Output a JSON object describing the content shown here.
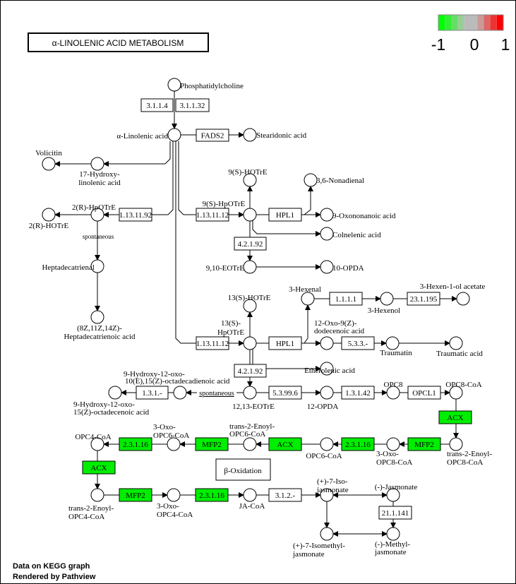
{
  "title": "α-LINOLENIC ACID METABOLISM",
  "legend": {
    "ticks": [
      "-1",
      "0",
      "1"
    ],
    "colors": [
      "#00ff00",
      "#33ee33",
      "#66dd66",
      "#99cc99",
      "#bbbbbb",
      "#bbbbbb",
      "#cc9999",
      "#dd6666",
      "#ee3333",
      "#ff0000"
    ]
  },
  "footer": [
    "Data on KEGG graph",
    "Rendered by Pathview"
  ],
  "annotations": {
    "spontaneous": "spontaneous",
    "beta_oxidation": "β-Oxidation"
  },
  "colors": {
    "highlight": "#00ee00",
    "default_enzyme": "#ffffff"
  },
  "compounds": {
    "pc": [
      "Phosphatidylcholine"
    ],
    "ala": [
      "α-Linolenic acid"
    ],
    "sda": [
      "Stearidonic acid"
    ],
    "volicitin": [
      "Volicitin"
    ],
    "hydroxylin": [
      "17-Hydroxy-",
      "linolenic acid"
    ],
    "hpotre2r": [
      "2(R)-HpOTrE"
    ],
    "hotre2r": [
      "2(R)-HOTrE"
    ],
    "hepta": [
      "Heptadecatrienal"
    ],
    "heptaacid": [
      "(8Z,11Z,14Z)-",
      "Heptadecatrienoic acid"
    ],
    "hotre9": [
      "9(S)-HOTrE"
    ],
    "hpotre9": [
      "9(S)-HpOTrE"
    ],
    "nonadienal": [
      "3,6-Nonadienal"
    ],
    "oxononanoic": [
      "9-Oxononanoic acid"
    ],
    "colnelenic": [
      "Colnelenic acid"
    ],
    "eotre910": [
      "9,10-EOTrE"
    ],
    "opda10": [
      "10-OPDA"
    ],
    "hexenal": [
      "3-Hexenal"
    ],
    "hexenol": [
      "3-Hexenol"
    ],
    "hexenylacetate": [
      "3-Hexen-1-ol acetate"
    ],
    "hotre13": [
      "13(S)-HOTrE"
    ],
    "hpotre13": [
      "13(S)-",
      "HpOTrE"
    ],
    "oxododec": [
      "12-Oxo-9(Z)-",
      "dodecenoic acid"
    ],
    "traumatin": [
      "Traumatin"
    ],
    "traumatic": [
      "Traumatic acid"
    ],
    "etherolenic": [
      "Etherolenic acid"
    ],
    "eotre1213": [
      "12,13-EOTrE"
    ],
    "opda12": [
      "12-OPDA"
    ],
    "opc8": [
      "OPC8"
    ],
    "opc8coa": [
      "OPC8-CoA"
    ],
    "hodien": [
      "9-Hydroxy-12-oxo-",
      "10(E),15(Z)-octadecadienoic acid"
    ],
    "hoen": [
      "9-Hydroxy-12-oxo-",
      "15(Z)-octadecenoic acid"
    ],
    "t2eopc8": [
      "trans-2-Enoyl-",
      "OPC8-CoA"
    ],
    "oxoopc8": [
      "3-Oxo-",
      "OPC8-CoA"
    ],
    "opc6coa": [
      "OPC6-CoA"
    ],
    "t2eopc6": [
      "trans-2-Enoyl-",
      "OPC6-CoA"
    ],
    "oxoopc6": [
      "3-Oxo-",
      "OPC6-CoA"
    ],
    "opc4coa": [
      "OPC4-CoA"
    ],
    "t2eopc4": [
      "trans-2-Enoyl-",
      "OPC4-CoA"
    ],
    "oxoopc4": [
      "3-Oxo-",
      "OPC4-CoA"
    ],
    "jacoa": [
      "JA-CoA"
    ],
    "isojas": [
      "(+)-7-Iso-",
      "jasmonate"
    ],
    "jas": [
      "(-)-Jasmonate"
    ],
    "isomethyljas": [
      "(+)-7-Isomethyl-",
      "jasmonate"
    ],
    "methyljas": [
      "(-)-Methyl-",
      "jasmonate"
    ]
  },
  "enzymes": {
    "e3114": {
      "label": "3.1.1.4",
      "highlighted": false
    },
    "e31132": {
      "label": "3.1.1.32",
      "highlighted": false
    },
    "fads2": {
      "label": "FADS2",
      "highlighted": false
    },
    "e1131192": {
      "label": "1.13.11.92",
      "highlighted": false
    },
    "e1131112a": {
      "label": "1.13.11.12",
      "highlighted": false
    },
    "hpl1a": {
      "label": "HPL1",
      "highlighted": false
    },
    "e42192a": {
      "label": "4.2.1.92",
      "highlighted": false
    },
    "e1111": {
      "label": "1.1.1.1",
      "highlighted": false
    },
    "e231195": {
      "label": "23.1.195",
      "highlighted": false
    },
    "e1131112b": {
      "label": "1.13.11.12",
      "highlighted": false
    },
    "hpl1b": {
      "label": "HPL1",
      "highlighted": false
    },
    "e533": {
      "label": "5.3.3.-",
      "highlighted": false
    },
    "e42192b": {
      "label": "4.2.1.92",
      "highlighted": false
    },
    "e131": {
      "label": "1.3.1.-",
      "highlighted": false
    },
    "e53996": {
      "label": "5.3.99.6",
      "highlighted": false
    },
    "e13142": {
      "label": "1.3.1.42",
      "highlighted": false
    },
    "opcl1": {
      "label": "OPCL1",
      "highlighted": false
    },
    "acx1": {
      "label": "ACX",
      "highlighted": true
    },
    "mfp2a": {
      "label": "MFP2",
      "highlighted": true
    },
    "e23116a": {
      "label": "2.3.1.16",
      "highlighted": true
    },
    "acx2": {
      "label": "ACX",
      "highlighted": true
    },
    "mfp2b": {
      "label": "MFP2",
      "highlighted": true
    },
    "e23116b": {
      "label": "2.3.1.16",
      "highlighted": true
    },
    "acx3": {
      "label": "ACX",
      "highlighted": true
    },
    "mfp2c": {
      "label": "MFP2",
      "highlighted": true
    },
    "e23116c": {
      "label": "2.3.1.16",
      "highlighted": true
    },
    "e312": {
      "label": "3.1.2.-",
      "highlighted": false
    },
    "e211141": {
      "label": "21.1.141",
      "highlighted": false
    }
  }
}
